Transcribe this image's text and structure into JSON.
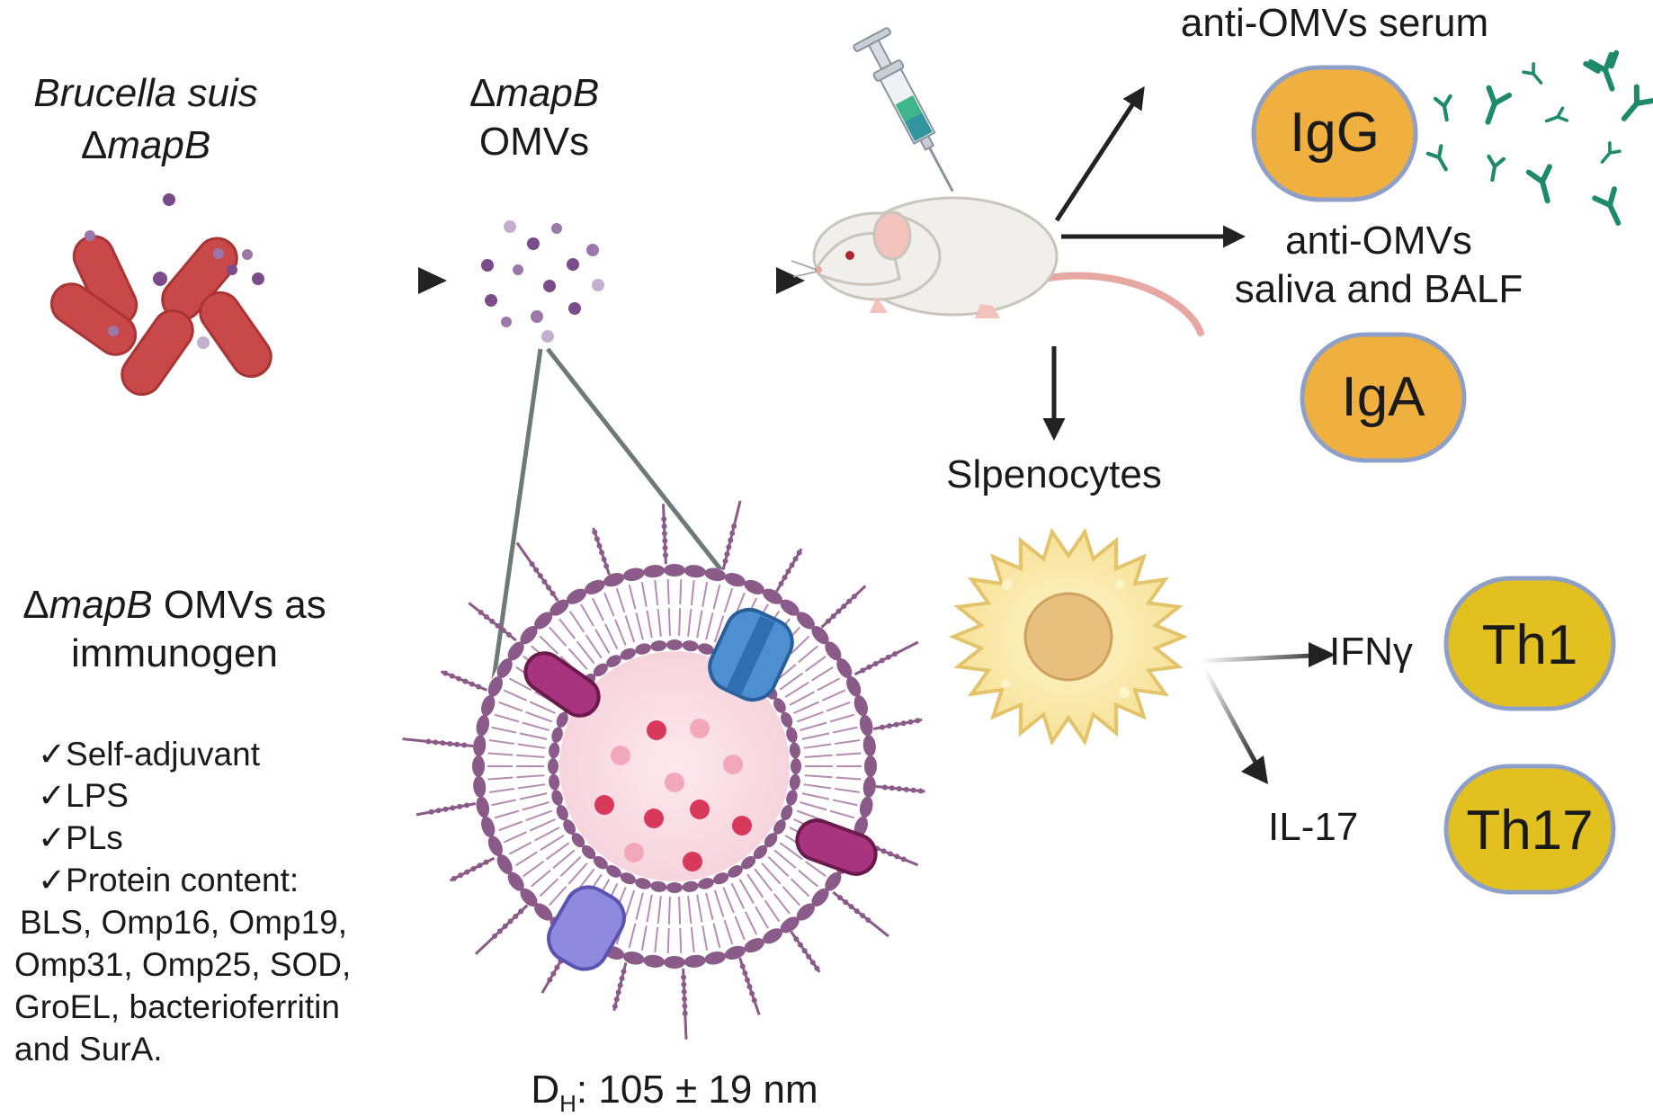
{
  "labels": {
    "brucella_line1": "Brucella suis",
    "brucella_delta": "Δ",
    "brucella_gene": "mapB",
    "omv_delta": "Δ",
    "omv_gene": "mapB",
    "omv_line2": "OMVs",
    "serum": "anti-OMVs serum",
    "saliva_line1": "anti-OMVs",
    "saliva_line2": "saliva and BALF",
    "splenocytes": "Slpenocytes",
    "ifn": "IFNγ",
    "il17": "IL-17",
    "immunogen_delta": "Δ",
    "immunogen_gene": "mapB",
    "immunogen_rest": " OMVs as",
    "immunogen_line2": "immunogen",
    "diameter_main": "D",
    "diameter_sub": "H",
    "diameter_value": ": 105 ± 19 nm"
  },
  "badges": {
    "igg": "IgG",
    "iga": "IgA",
    "th1": "Th1",
    "th17": "Th17"
  },
  "checklist": {
    "check_mark": "✓",
    "items": [
      "Self-adjuvant",
      "LPS",
      "PLs",
      "Protein content:"
    ],
    "protein_lines": [
      "BLS, Omp16, Omp19,",
      "Omp31, Omp25, SOD,",
      "GroEL, bacterioferritin",
      "and SurA."
    ]
  },
  "colors": {
    "bacteria": "#c9484a",
    "vesicle_dot": "#7a4d8a",
    "antibody_badge": "#f0b040",
    "th_badge": "#e2c020",
    "badge_border": "#8fa0c8",
    "antibody_glyph": "#1e8a6a",
    "membrane": "#8a5a88",
    "arrow": "#222222"
  }
}
